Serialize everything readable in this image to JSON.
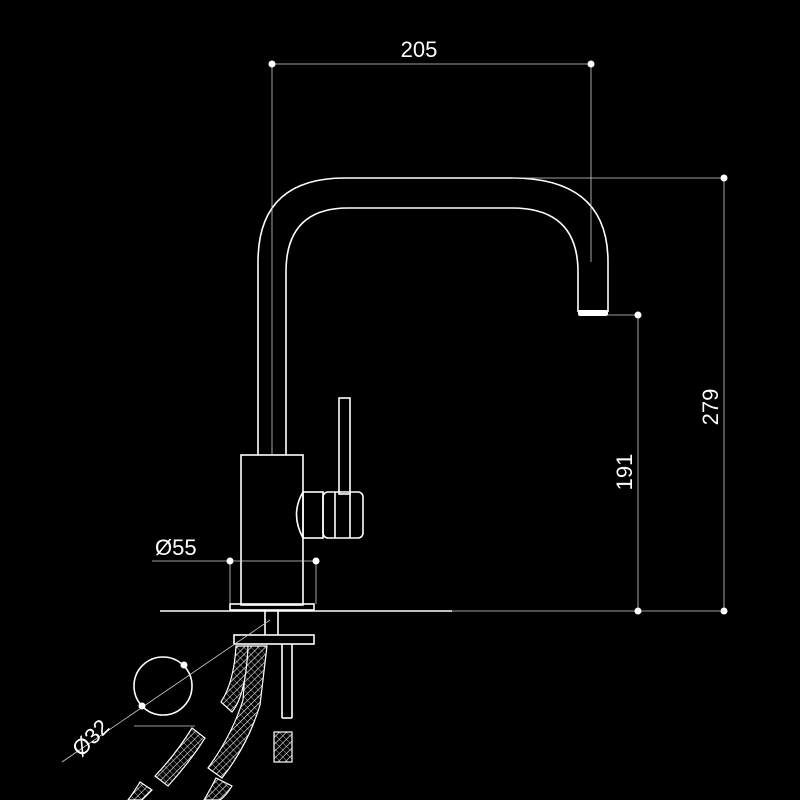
{
  "dimensions": {
    "spout_reach": "205",
    "overall_height": "279",
    "spout_height": "191",
    "base_diameter": "Ø55",
    "hole_diameter": "Ø32"
  },
  "colors": {
    "background": "#000000",
    "line": "#ffffff"
  }
}
